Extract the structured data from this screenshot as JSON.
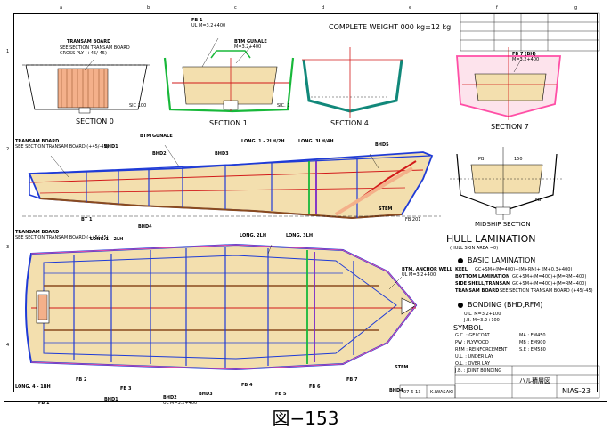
{
  "sheet": {
    "weight": "COMPLETE WEIGHT  000 kg±12 kg",
    "caption": "図−153",
    "zone_top": [
      "a",
      "b",
      "c",
      "d",
      "e",
      "f",
      "g"
    ],
    "zone_side": [
      "1",
      "2",
      "3",
      "4"
    ]
  },
  "sections": {
    "s0": {
      "title": "SECTION  0",
      "transom": "TRANSAM BOARD",
      "transom_note1": "SEE SECTION TRANSAM BOARD",
      "transom_note2": "CROSS PLY (+45/-45)",
      "sic": "SIC 100"
    },
    "s1": {
      "title": "SECTION  1",
      "fb": "FB 1",
      "fb_note": "UL  M=3.2+400",
      "gunale": "BTM GUNALE",
      "gunale_note": "M=3.2+400",
      "sic": "SIC. 1"
    },
    "s4": {
      "title": "SECTION  4"
    },
    "s7": {
      "title": "SECTION  7",
      "label": "FB 7 (BH)",
      "note": "M=3.2+400"
    },
    "midship": {
      "title": "MIDSHIP SECTION",
      "l1": "PB",
      "l2": "150",
      "l3": "FB"
    }
  },
  "profile": {
    "transom": "TRANSAM BOARD",
    "transom_note": "SEE SECTION TRANSAM BOARD (+45/-45)",
    "gunale": "BTM GUNALE",
    "bhd1": "BHD1",
    "bhd2": "BHD2",
    "bhd3": "BHD3",
    "bhd4": "BHD4",
    "long1": "LONG. 1 - 2LH/2H",
    "long2": "LONG. 3LH/4H",
    "bhd5": "BHD5",
    "stem": "STEM",
    "fb": "FB 201",
    "bt": "BT 1"
  },
  "plan": {
    "transom": "TRANSAM BOARD",
    "transom_note": "SEE SECTION TRANSAM BOARD (+45/-45)",
    "long1": "LONG.1 - 2LH",
    "long2": "LONG. 2LH",
    "long3": "LONG. 3LH",
    "long4": "LONG. 4 - 1BH",
    "anchor": "BTM. ANCHOR WELL",
    "anchor_note": "UL  M=3.2+400",
    "stem": "STEM",
    "fb1": "FB 1",
    "fb2": "FB 2",
    "fb3": "FB 3",
    "fb4": "FB 4",
    "fb5": "FB 5",
    "fb6": "FB 6",
    "fb7": "FB 7",
    "bhd1": "BHD1",
    "bhd2": "BHD2",
    "bhd3": "BHD3",
    "bhd4": "BHD4",
    "note": "UL  M=3.2+400"
  },
  "legend": {
    "title": "HULL  LAMINATION",
    "subtitle": "(HULL SKIN AREA   =0)",
    "basic": "BASIC  LAMINATION",
    "keel": "KEEL",
    "keel_v": "GC+SM+(M=400)+(M+RM)+ (M+0.3+400)",
    "bottom": "BOTTOM  LAMINATION",
    "bottom_v": "GC+SM+(M=400)+(M=RM+400)",
    "side": "SIDE  SHELL/TRANSAM",
    "side_v": "GC+SM+(M=400)+(M=RM+400)",
    "transom": "TRANSAM  BOARD",
    "transom_v": "SEE SECTION TRANSAM BOARD (+45/-45)",
    "bonding": "BONDING  (BHD,RFM)",
    "ul": "U.L.   M=3.2+100",
    "jb": "J.B.   M=3.2+100",
    "symbol": "SYMBOL",
    "sym": [
      [
        "G.C. : GELCOAT",
        "MA : EM450"
      ],
      [
        "PW : PLYWOOD",
        "MB : EM900"
      ],
      [
        "RFM : REINFORCEMENT",
        "S.E : EM580"
      ],
      [
        "U.L. : UNDER LAY",
        ""
      ],
      [
        "O.L. : OVER LAY",
        ""
      ],
      [
        "J.B. : JOINT BONDING",
        ""
      ]
    ]
  },
  "title_block": {
    "date": "07-6-13",
    "drawn": "K.IWASAKI",
    "name": "ハル積層図",
    "number": "NIAS-23"
  },
  "colors": {
    "blue": "#1f3bd6",
    "red": "#d21a1a",
    "green": "#18b83a",
    "teal": "#11887a",
    "wood": "#f3dfae",
    "ply": "#f4b08a",
    "pink": "#ff4fa6",
    "purple": "#7a28c8",
    "brown": "#8a4a1e"
  }
}
